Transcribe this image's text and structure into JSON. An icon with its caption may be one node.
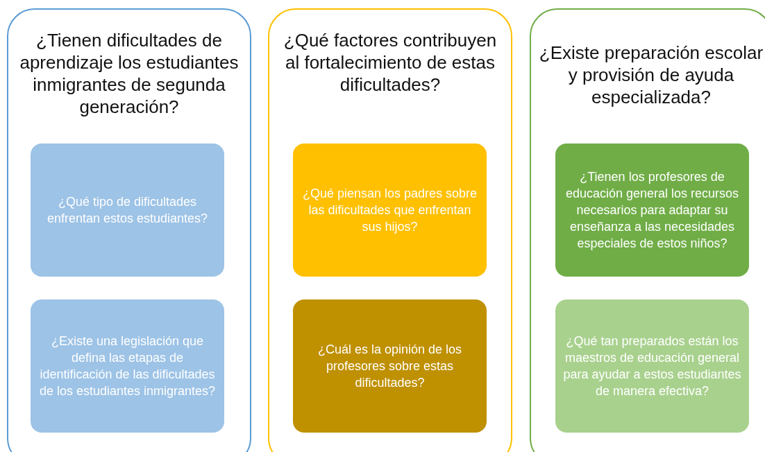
{
  "diagram": {
    "nodes": [
      {
        "text": [
          "¿Tienen dificultades de aprendizaje los estudiantes inmigrantes de segunda generación?"
        ]
      },
      {
        "text": [
          "¿Qué tipo de dificultades enfrentan estos estudiantes?"
        ],
        "in": 0
      },
      {
        "text": [
          "¿Existe una legislación que defina las etapas de identificación de las dificultades de los estudiantes inmigrantes?"
        ],
        "in": 0
      },
      {
        "text": [
          "¿Qué factores contribuyen al fortalecimiento de estas dificultades?"
        ]
      },
      {
        "text": [
          "¿Qué piensan los padres sobre las dificultades que enfrentan sus hijos?"
        ],
        "in": 3
      },
      {
        "text": [
          "¿Cuál es la opinión de los profesores sobre estas dificultades?"
        ],
        "in": 3
      },
      {
        "text": [
          "¿Existe preparación escolar y provisión de ayuda especializada?"
        ]
      },
      {
        "text": [
          "¿Tienen los profesores de educación general los recursos necesarios para adaptar su enseñanza a las necesidades especiales de estos niños?"
        ],
        "in": 6
      },
      {
        "text": [
          "¿Qué tan preparados están los maestros de educación general para ayudar a estos estudiantes de manera efectiva?"
        ],
        "in": 6
      }
    ]
  }
}
